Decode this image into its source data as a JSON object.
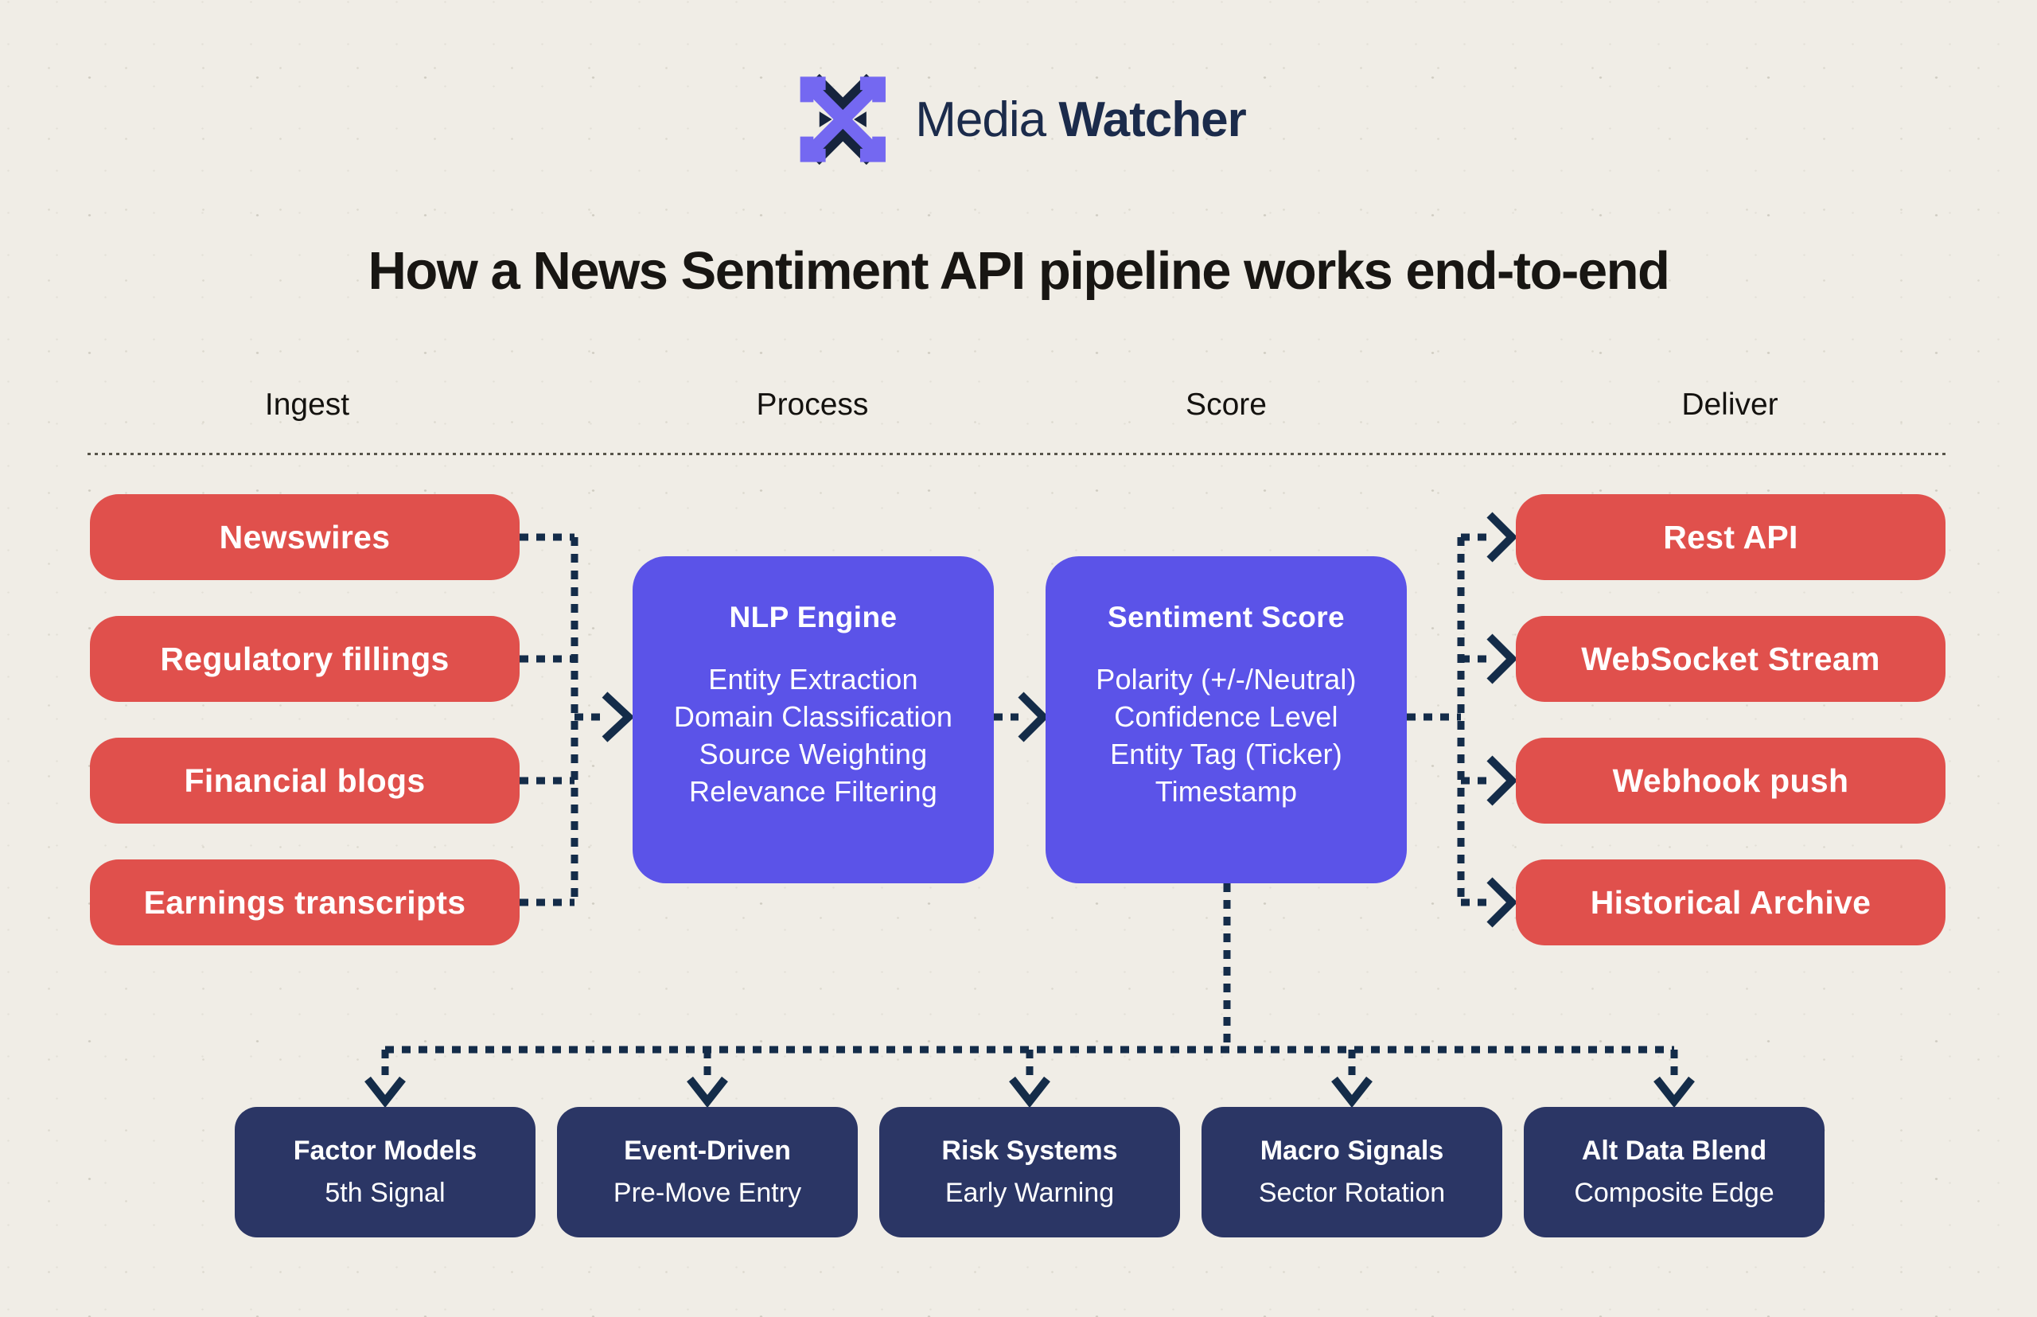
{
  "brand": {
    "name_regular": "Media",
    "name_bold": "Watcher"
  },
  "title": "How a News Sentiment API pipeline works end-to-end",
  "stages": {
    "ingest": "Ingest",
    "process": "Process",
    "score": "Score",
    "deliver": "Deliver"
  },
  "ingest_sources": [
    "Newswires",
    "Regulatory fillings",
    "Financial blogs",
    "Earnings transcripts"
  ],
  "nlp_engine": {
    "title": "NLP Engine",
    "steps": [
      "Entity Extraction",
      "Domain Classification",
      "Source Weighting",
      "Relevance Filtering"
    ]
  },
  "sentiment_score": {
    "title": "Sentiment Score",
    "outputs": [
      "Polarity (+/-/Neutral)",
      "Confidence Level",
      "Entity Tag (Ticker)",
      "Timestamp"
    ]
  },
  "delivery_channels": [
    "Rest API",
    "WebSocket Stream",
    "Webhook push",
    "Historical Archive"
  ],
  "consumers": [
    {
      "title": "Factor Models",
      "subtitle": "5th Signal"
    },
    {
      "title": "Event-Driven",
      "subtitle": "Pre-Move Entry"
    },
    {
      "title": "Risk Systems",
      "subtitle": "Early Warning"
    },
    {
      "title": "Macro Signals",
      "subtitle": "Sector Rotation"
    },
    {
      "title": "Alt Data Blend",
      "subtitle": "Composite Edge"
    }
  ],
  "colors": {
    "background": "#F0EDE6",
    "source_red": "#E0504C",
    "process_purple": "#5B53E8",
    "consumer_navy": "#2B3665",
    "connector_navy": "#142C49",
    "logo_purple": "#7468F1",
    "logo_navy": "#16243D",
    "title_ink": "#181613",
    "brand_ink": "#1B2B4B"
  }
}
